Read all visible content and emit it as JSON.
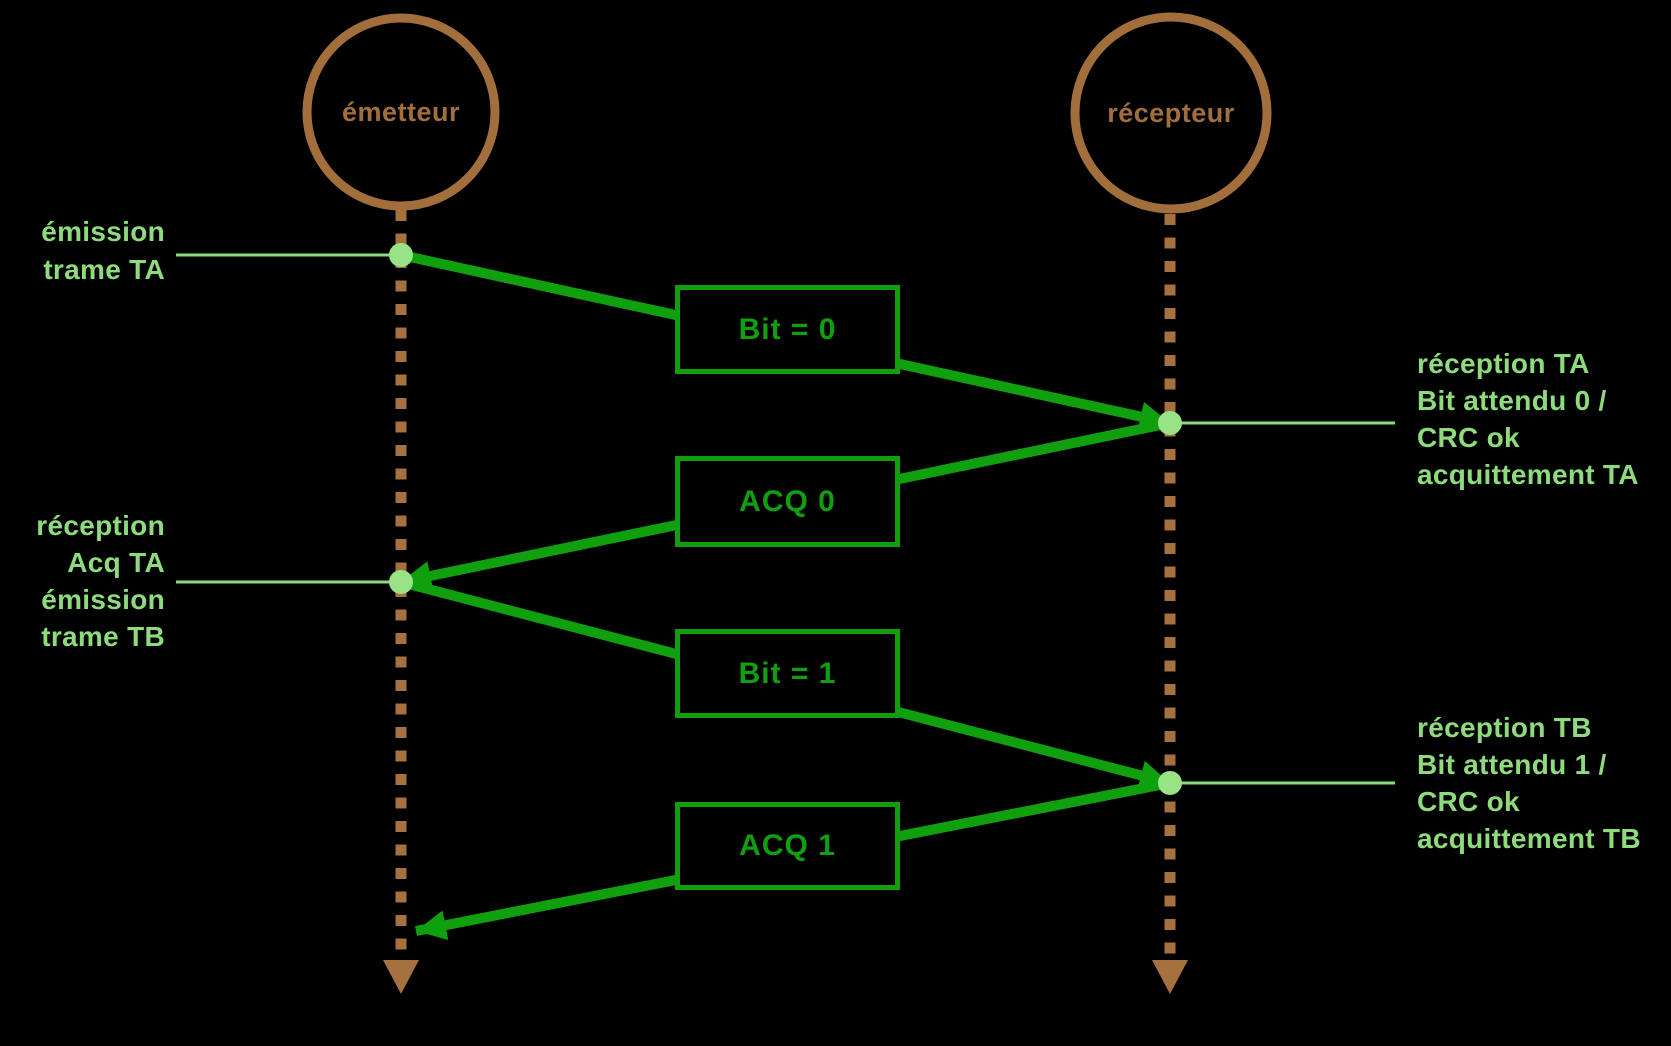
{
  "actors": [
    {
      "label": "émetteur"
    },
    {
      "label": "récepteur"
    }
  ],
  "frames": [
    {
      "label": "Bit = 0"
    },
    {
      "label": "ACQ 0"
    },
    {
      "label": "Bit = 1"
    },
    {
      "label": "ACQ 1"
    }
  ],
  "annotations": {
    "left": [
      {
        "lines": [
          "émission",
          "trame TA"
        ]
      },
      {
        "lines": [
          "réception",
          "Acq TA",
          "émission",
          "trame TB"
        ]
      }
    ],
    "right": [
      {
        "lines": [
          "réception TA",
          "Bit attendu 0 /",
          "CRC ok",
          "acquittement TA"
        ]
      },
      {
        "lines": [
          "réception TB",
          "Bit attendu 1 /",
          "CRC ok",
          "acquittement TB"
        ]
      }
    ]
  },
  "colors": {
    "background": "#000000",
    "brown": "#a26e3c",
    "brown_dash": "#a4713f",
    "green": "#10a00e",
    "light_green": "#8edb7d",
    "dot_green": "#97e386"
  }
}
